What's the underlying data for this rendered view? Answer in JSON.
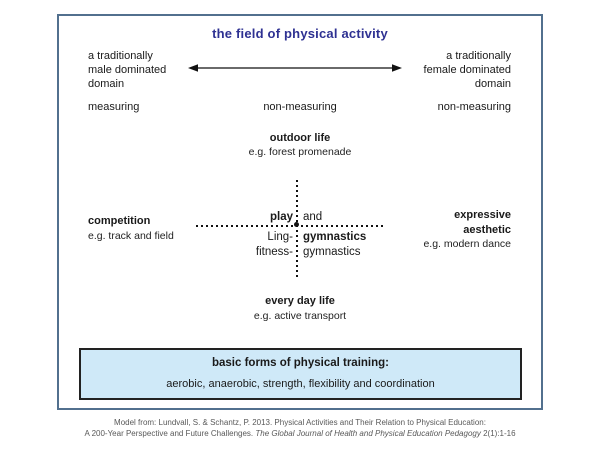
{
  "diagram": {
    "title": "the field of physical activity",
    "title_color": "#2e3192",
    "left_domain": "a traditionally\nmale dominated\ndomain",
    "right_domain": "a traditionally\nfemale dominated\ndomain",
    "axis_left": "measuring",
    "axis_center": "non-measuring",
    "axis_right": "non-measuring",
    "top_node": {
      "label": "outdoor life",
      "example": "e.g. forest promenade"
    },
    "left_node": {
      "label": "competition",
      "example": "e.g. track and field"
    },
    "right_node": {
      "label": "expressive\naesthetic",
      "example": "e.g. modern dance"
    },
    "bottom_node": {
      "label": "every day life",
      "example": "e.g. active transport"
    },
    "center": {
      "top_left": "play",
      "top_right": "and",
      "mid_left": "Ling-",
      "mid_right": "gymnastics",
      "bottom_left": "fitness-",
      "bottom_right": "gymnastics"
    },
    "training_box": {
      "title": "basic forms of physical training:",
      "items": "aerobic, anaerobic, strength, flexibility and coordination",
      "bg_color": "#cfe9f8",
      "border_color": "#222222"
    },
    "outer_border_color": "#52708e"
  },
  "citation": {
    "line1": "Model from: Lundvall, S. & Schantz, P. 2013. Physical Activities and Their Relation to Physical Education:",
    "line2_prefix": "A 200-Year Perspective and Future Challenges. ",
    "line2_italic": "The Global Journal of Health and Physical Education Pedagogy",
    "line2_suffix": " 2(1):1-16",
    "color": "#595959"
  }
}
